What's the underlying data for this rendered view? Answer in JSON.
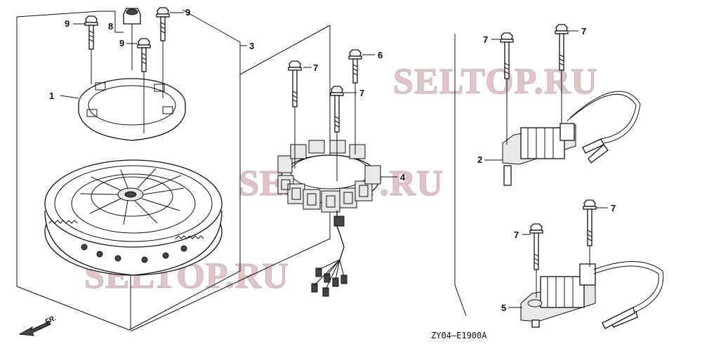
{
  "diagram": {
    "drawing_code": "ZY04—E1900A",
    "direction_label": "FR.",
    "watermarks": [
      "SELTOP.RU",
      "SELTOP.RU",
      "SELTOP.RU"
    ],
    "callouts": [
      {
        "id": "c9a",
        "label": "9"
      },
      {
        "id": "c9b",
        "label": "9"
      },
      {
        "id": "c9c",
        "label": "9"
      },
      {
        "id": "c8",
        "label": "8"
      },
      {
        "id": "c3",
        "label": "3"
      },
      {
        "id": "c1",
        "label": "1"
      },
      {
        "id": "c7a",
        "label": "7"
      },
      {
        "id": "c6",
        "label": "6"
      },
      {
        "id": "c7b",
        "label": "7"
      },
      {
        "id": "c4",
        "label": "4"
      },
      {
        "id": "c7c",
        "label": "7"
      },
      {
        "id": "c7d",
        "label": "7"
      },
      {
        "id": "c2",
        "label": "2"
      },
      {
        "id": "c7e",
        "label": "7"
      },
      {
        "id": "c7f",
        "label": "7"
      },
      {
        "id": "c5",
        "label": "5"
      }
    ]
  }
}
